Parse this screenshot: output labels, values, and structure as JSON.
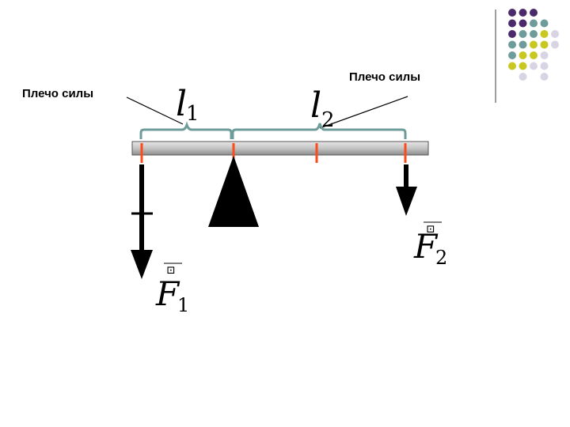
{
  "arm_label_left": "Плечо силы",
  "arm_label_right": "Плечо силы",
  "l1": {
    "symbol": "l",
    "index": "1"
  },
  "l2": {
    "symbol": "l",
    "index": "2"
  },
  "F1": {
    "symbol": "F",
    "index": "1",
    "vector_mark": "⊡"
  },
  "F2": {
    "symbol": "F",
    "index": "2",
    "vector_mark": "⊡"
  },
  "colors": {
    "bar_fill": "#c0c0c0",
    "bar_stroke": "#555555",
    "brace": "#6e9c9a",
    "tick": "#ff4a1c",
    "arrow": "#000000",
    "fulcrum": "#000000",
    "dot_purple": "#4b2a6b",
    "dot_teal": "#6e9c9a",
    "dot_yellow": "#c8c820",
    "dot_lavender": "#d8d4e4",
    "deco_line": "#7f7f7f"
  },
  "decor_dots": [
    [
      "dot_purple",
      "dot_purple",
      "dot_purple",
      null,
      null
    ],
    [
      "dot_purple",
      "dot_purple",
      "dot_teal",
      "dot_teal",
      null
    ],
    [
      "dot_purple",
      "dot_teal",
      "dot_teal",
      "dot_yellow",
      "dot_lavender"
    ],
    [
      "dot_teal",
      "dot_teal",
      "dot_yellow",
      "dot_yellow",
      "dot_lavender"
    ],
    [
      "dot_teal",
      "dot_yellow",
      "dot_yellow",
      "dot_lavender",
      null
    ],
    [
      "dot_yellow",
      "dot_yellow",
      "dot_lavender",
      "dot_lavender",
      null
    ],
    [
      null,
      "dot_lavender",
      null,
      "dot_lavender",
      null
    ]
  ]
}
